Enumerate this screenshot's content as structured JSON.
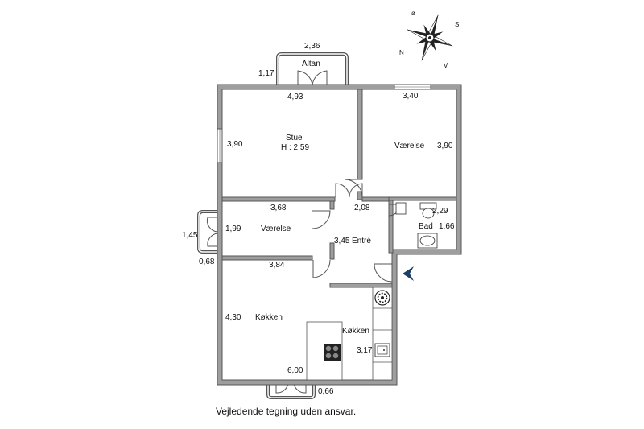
{
  "compass": {
    "north": "N",
    "east": "ø",
    "south": "S",
    "west": "V"
  },
  "balcony": {
    "label": "Altan",
    "width": "2,36",
    "depth": "1,17"
  },
  "rooms": {
    "stue": {
      "name": "Stue",
      "height": "H : 2,59",
      "width": "4,93",
      "depth": "3,90"
    },
    "vaerelse_1": {
      "name": "Værelse",
      "width": "3,40",
      "depth": "3,90"
    },
    "vaerelse_2": {
      "name": "Værelse",
      "width": "3,68",
      "depth": "1,99"
    },
    "entre": {
      "name": "Entré",
      "depth": "3,45",
      "width": "2,08"
    },
    "bad": {
      "name": "Bad",
      "width": "2,29",
      "depth": "1,66"
    },
    "koekken_alrum": {
      "name": "Køkken",
      "width": "3,84",
      "depth": "4,30",
      "bottom": "6,00"
    },
    "koekken": {
      "name": "Køkken",
      "depth": "3,17"
    }
  },
  "bay_window": {
    "width": "1,45",
    "depth": "0,68"
  },
  "bottom_balcony": {
    "depth": "0,66"
  },
  "colors": {
    "wall": "#9e9e9e",
    "wall_stroke": "#555555",
    "bath": "#5b8df3",
    "entry_arrow": "#1c3f66"
  },
  "disclaimer": "Vejledende tegning uden ansvar."
}
